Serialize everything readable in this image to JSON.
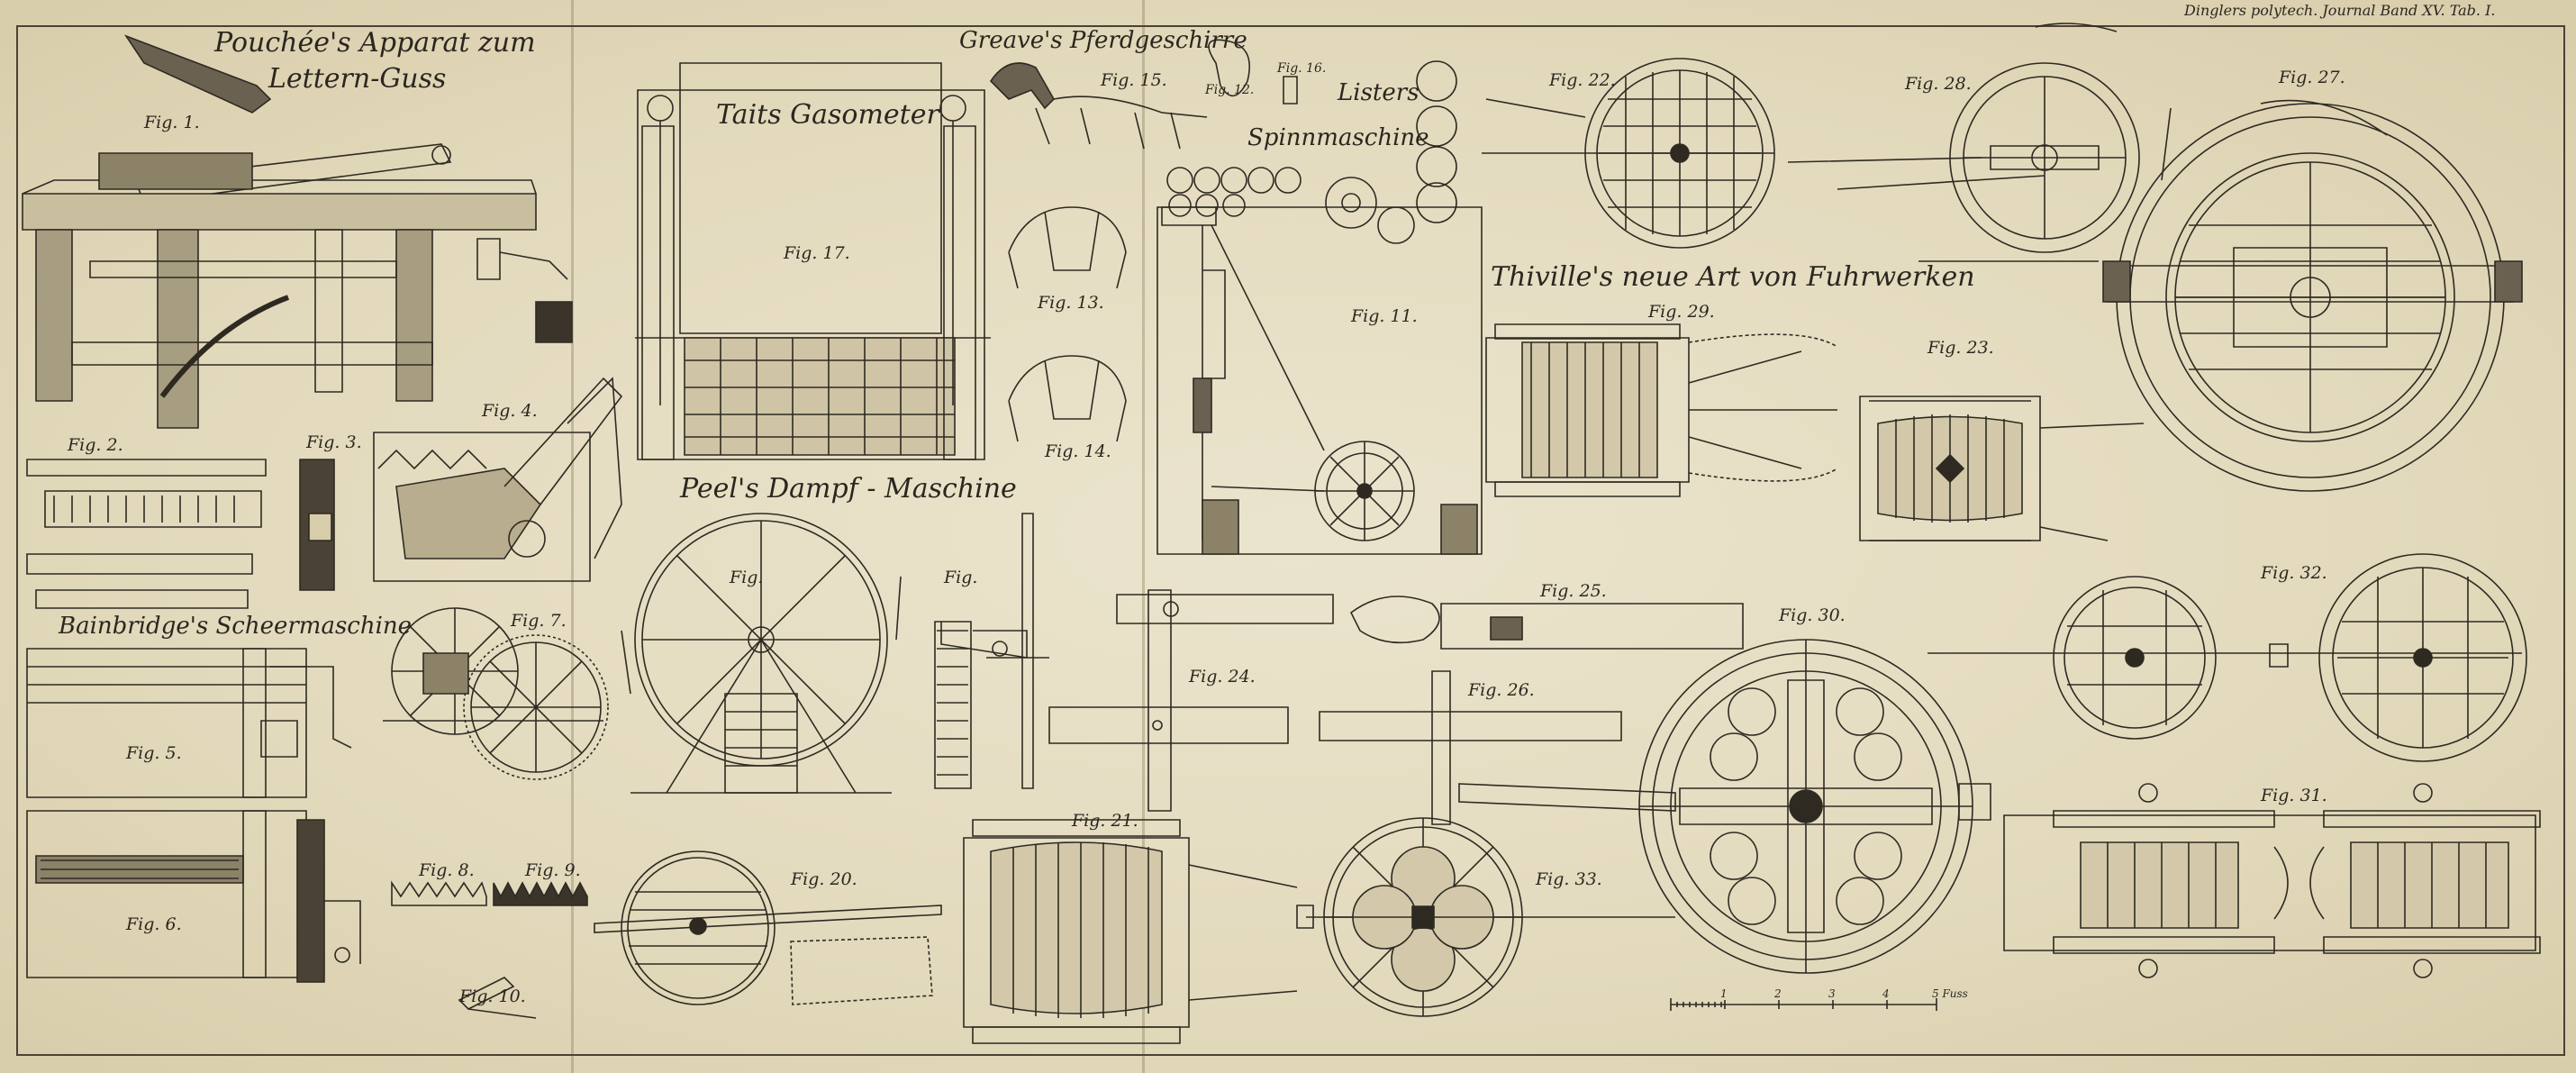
{
  "header": {
    "text": "Dinglers polytech. Journal Band XV. Tab. I."
  },
  "titles": {
    "pouchee_1": "Pouchée's Apparat zum",
    "pouchee_2": "Lettern-Guss",
    "taits": "Taits Gasometer",
    "greave": "Greave's Pferdgeschirre",
    "listers_1": "Listers",
    "listers_2": "Spinnmaschine",
    "peel": "Peel's Dampf - Maschine",
    "bainbridge": "Bainbridge's Scheermaschine",
    "thiville": "Thiville's neue Art von Fuhrwerken"
  },
  "figures": {
    "f1": "Fig. 1.",
    "f2": "Fig. 2.",
    "f3": "Fig. 3.",
    "f4": "Fig. 4.",
    "f5": "Fig. 5.",
    "f6": "Fig. 6.",
    "f7": "Fig. 7.",
    "f8": "Fig. 8.",
    "f9": "Fig. 9.",
    "f10": "Fig. 10.",
    "f11": "Fig. 11.",
    "f12": "Fig. 12.",
    "f13": "Fig. 13.",
    "f14": "Fig. 14.",
    "f15": "Fig. 15.",
    "f16": "Fig. 16.",
    "f17": "Fig. 17.",
    "f18": "Fig.",
    "f19": "Fig.",
    "f20": "Fig. 20.",
    "f21": "Fig. 21.",
    "f22": "Fig. 22.",
    "f23": "Fig. 23.",
    "f24": "Fig. 24.",
    "f25": "Fig. 25.",
    "f26": "Fig. 26.",
    "f27": "Fig. 27.",
    "f28": "Fig. 28.",
    "f29": "Fig. 29.",
    "f30": "Fig. 30.",
    "f31": "Fig. 31.",
    "f32": "Fig. 32.",
    "f33": "Fig. 33."
  },
  "scale_bar": {
    "ticks": [
      "1",
      "2",
      "3",
      "4",
      "5 Fuss"
    ]
  },
  "colors": {
    "paper": "#e8e0c8",
    "ink": "#2e2a22",
    "fold": "#5a4628"
  }
}
